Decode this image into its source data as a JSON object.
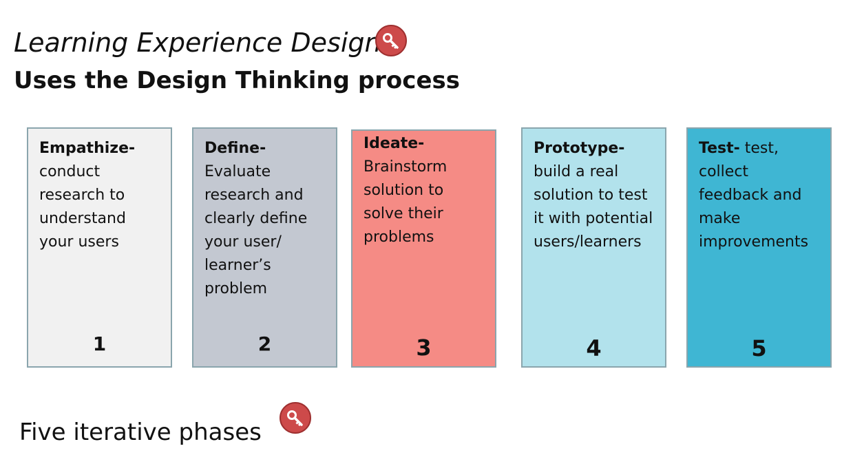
{
  "title": "Learning Experience Design",
  "subtitle": {
    "part1": "Uses",
    "part2": " the ",
    "part3": "Design Thinking",
    "part4": " process"
  },
  "cards": [
    {
      "lead": "Empathize-",
      "text": " conduct research to understand your users",
      "number": "1",
      "color": "#f1f1f1"
    },
    {
      "lead": "Define-",
      "text": " Evaluate research and clearly define your user/ learner’s problem",
      "number": "2",
      "color": "#c3c8d1"
    },
    {
      "lead": "Ideate-",
      "text": " Brainstorm solution to solve their problems",
      "number": "3",
      "color": "#f58b85"
    },
    {
      "lead": "Prototype-",
      "text": " build a real solution to test it with potential users/learners",
      "number": "4",
      "color": "#b2e2ec"
    },
    {
      "lead": "Test-",
      "text": " test, collect feedback and make improvements",
      "number": "5",
      "color": "#3fb6d3"
    }
  ],
  "footer": "Five iterative phases",
  "icons": {
    "badge": "key-icon"
  }
}
